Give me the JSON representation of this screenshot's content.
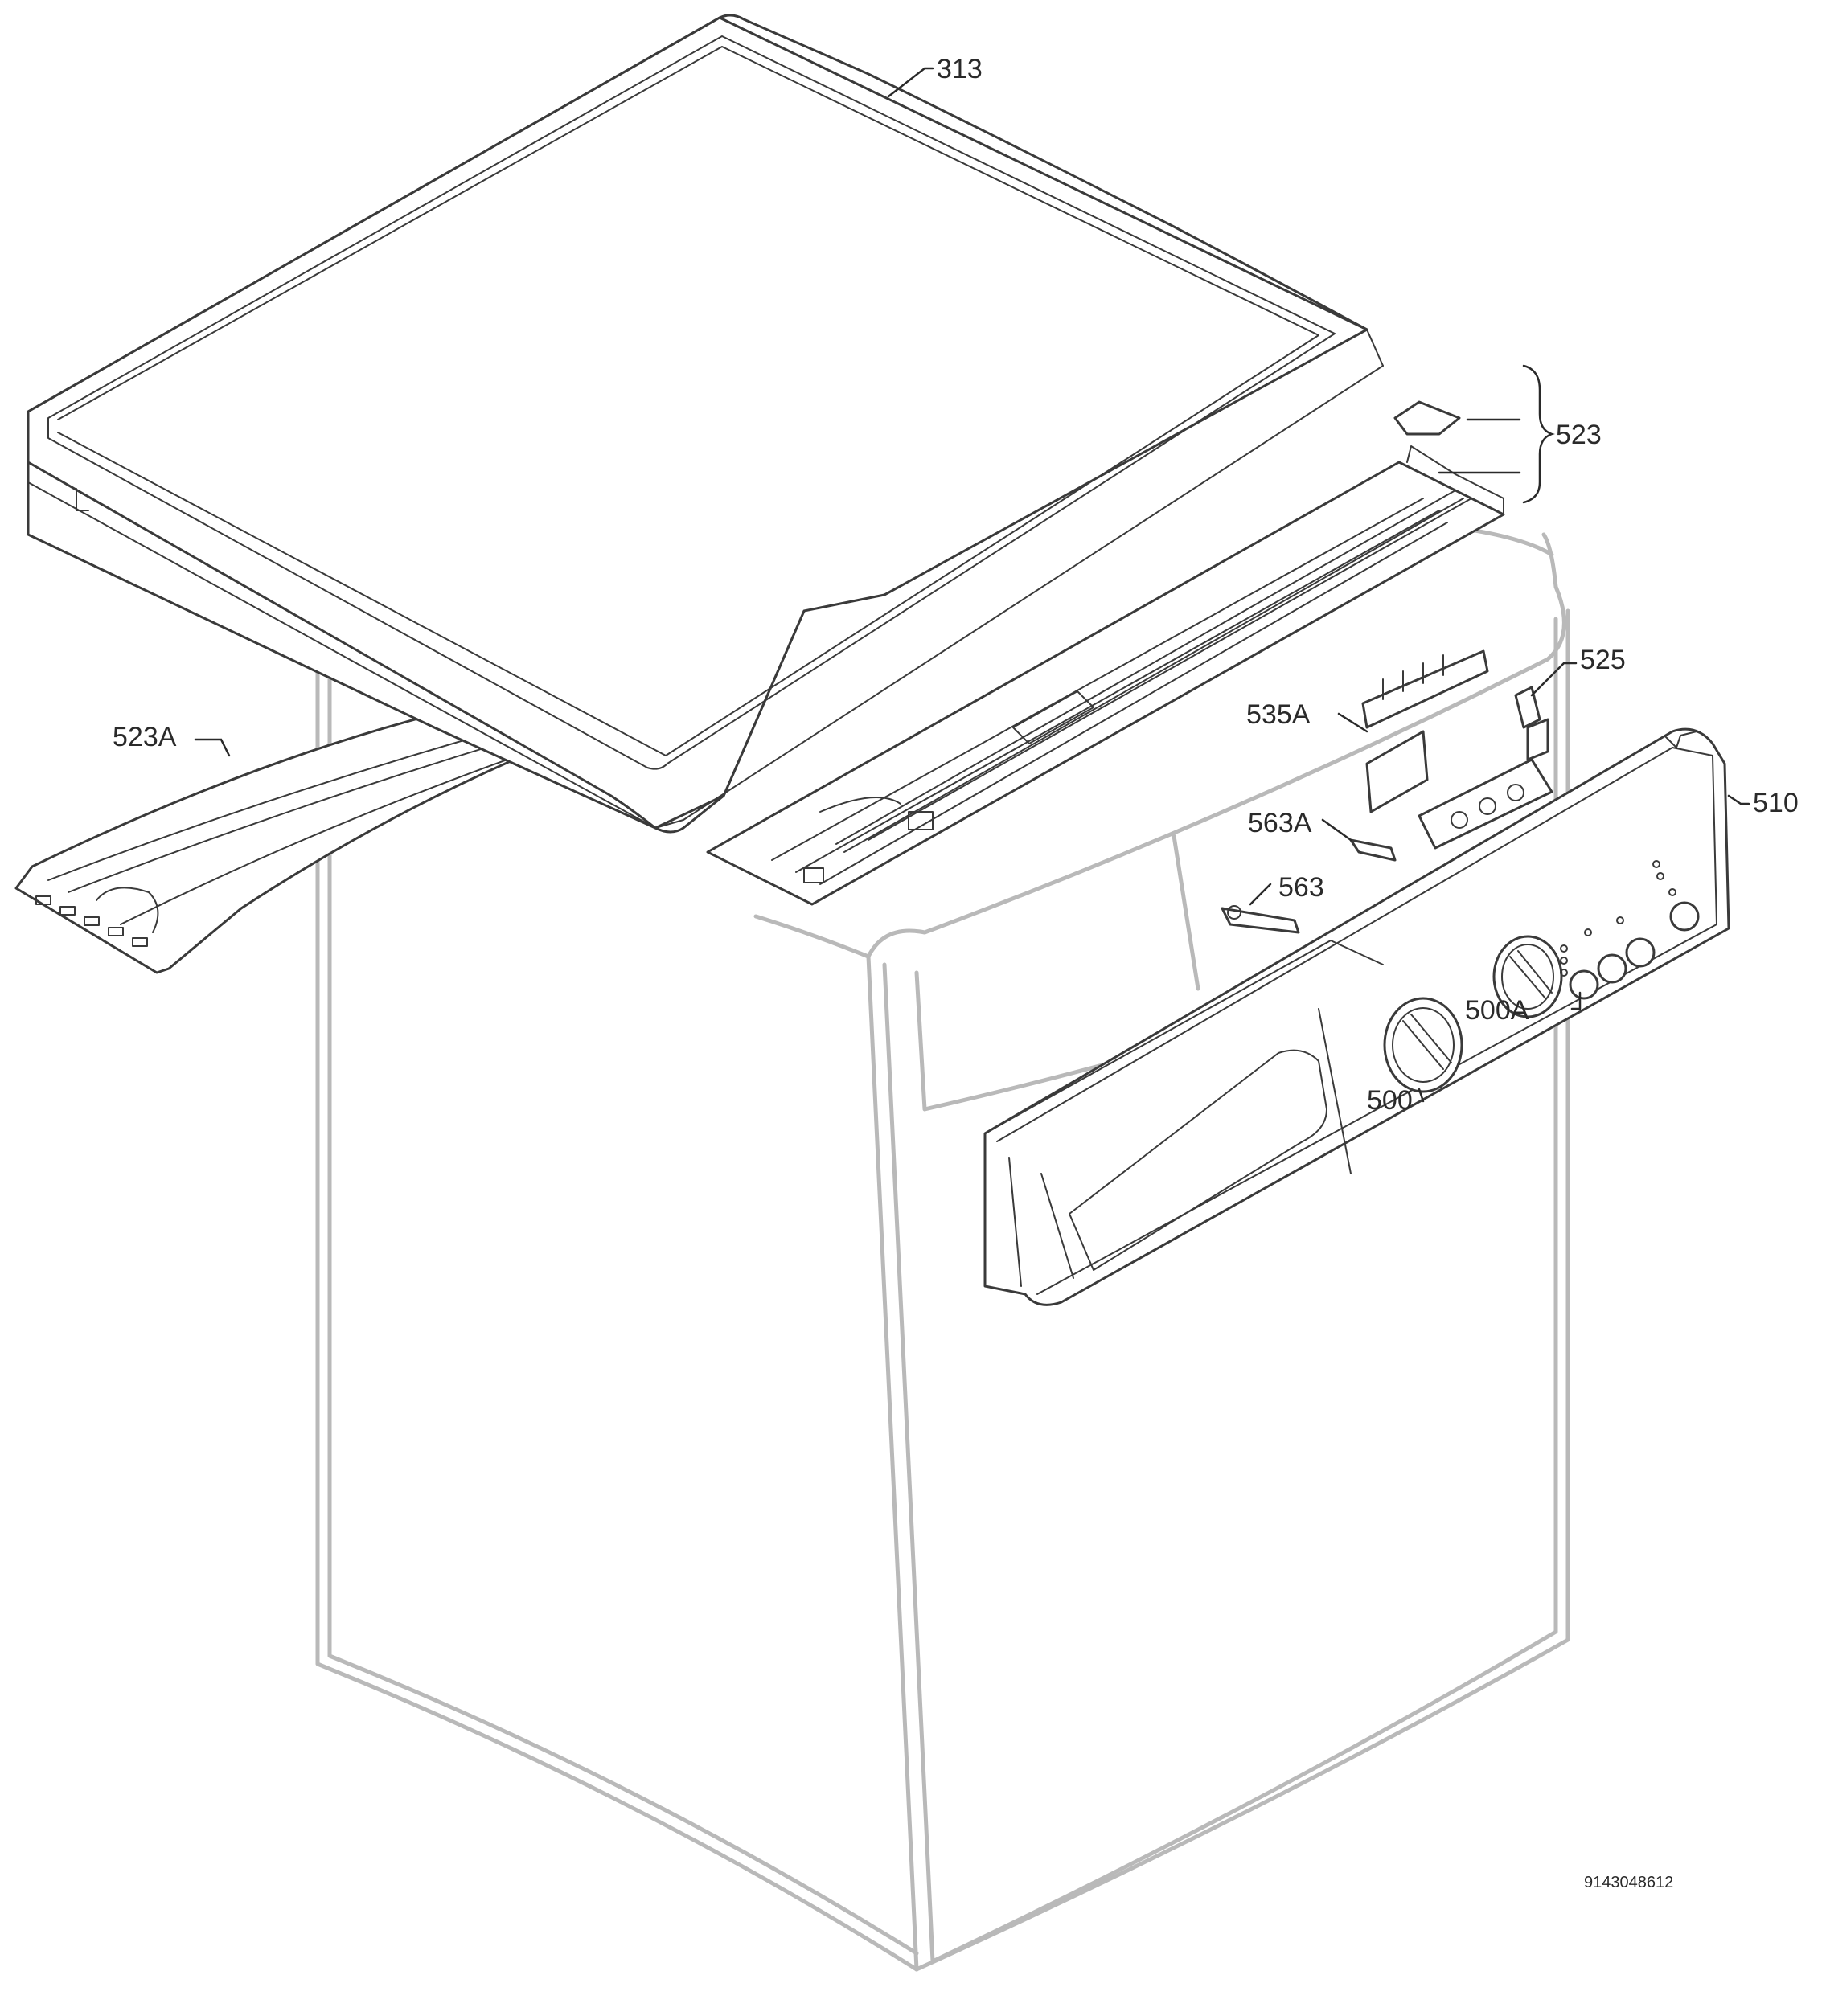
{
  "diagram": {
    "document_number": "9143048612",
    "callouts": [
      {
        "id": "313",
        "text": "313"
      },
      {
        "id": "523",
        "text": "523"
      },
      {
        "id": "523A",
        "text": "523A"
      },
      {
        "id": "525",
        "text": "525"
      },
      {
        "id": "535A",
        "text": "535A"
      },
      {
        "id": "510",
        "text": "510"
      },
      {
        "id": "563A",
        "text": "563A"
      },
      {
        "id": "563",
        "text": "563"
      },
      {
        "id": "500A",
        "text": "500A"
      },
      {
        "id": "500",
        "text": "500"
      }
    ]
  }
}
